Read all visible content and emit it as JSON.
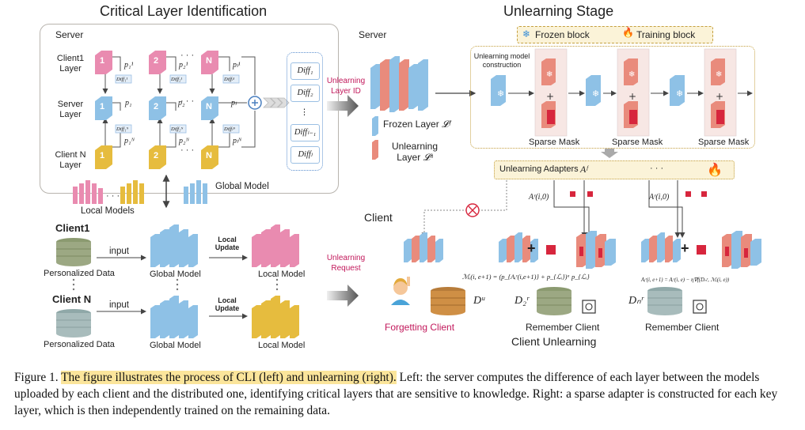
{
  "left_title": "Critical Layer Identification",
  "right_title": "Unlearning Stage",
  "server_left": {
    "label": "Server",
    "row_labels": [
      "Client1 Layer",
      "Server Layer",
      "Client N Layer"
    ],
    "block_numbers": [
      "1",
      "2",
      "N"
    ],
    "dots": "· · ·",
    "p_labels_top": [
      "p₁¹",
      "p₂¹",
      "pₗ¹"
    ],
    "p_labels_mid": [
      "p₁",
      "p₂",
      "pₗ"
    ],
    "p_labels_bot": [
      "p₁ᴺ",
      "p₂ᴺ",
      "pₗᴺ"
    ],
    "diff_top": [
      "Diff₁¹",
      "Diff₂¹",
      "Diffₗ¹"
    ],
    "diff_bot": [
      "Diff₁ᴺ",
      "Diff₂ᴺ",
      "Diffₗᴺ"
    ],
    "diff_list": [
      "Diff₁",
      "Diff₂",
      "⋮",
      "Diffₗ₋₁",
      "Diffₗ"
    ],
    "local_models": "Local Models",
    "global_model": "Global Model",
    "dots2": "· · ·"
  },
  "client_left": {
    "client1": "Client1",
    "clientN": "Client N",
    "input": "input",
    "personalized_data": "Personalized Data",
    "global_model": "Global Model",
    "local_update": "Local Update",
    "local_model": "Local Model"
  },
  "mid_arrows": {
    "top": "Unlearning Layer ID",
    "bottom": "Unlearning Request"
  },
  "server_right": {
    "label": "Server",
    "legend_frozen": "Frozen block",
    "legend_training": "Training block",
    "frozen_layer": "Frozen Layer",
    "frozen_sym": "𝓛ᶠ",
    "unlearning_layer": "Unlearning Layer",
    "unlearning_sym": "𝓛ᵘ",
    "model_construction": "Unlearning model construction",
    "sparse_mask": "Sparse Mask",
    "adapters": "Unlearning Adapters",
    "adapters_sym": "Aᶠ",
    "plus": "+"
  },
  "client_right": {
    "label": "Client",
    "forgetting": "Forgetting Client",
    "remember": "Remember Client",
    "client_unlearning": "Client Unlearning",
    "Du": "Dᵘ",
    "D2": "D₂ʳ",
    "DN": "Dₙʳ",
    "ar1": "Aʳ(i,0)",
    "ar2": "Aʳ(i,0)",
    "mask_formula": "ℳᵢ(i, e+1) = (p_{Aᵢʳ(i,e+1)} + p_{ℒᵢ})ᵅ p_{ℒᵢ}",
    "update_formula": "Aᵢʳ(i, e+1) = Aᵢʳ(i, e) − η∇f(Dₙʳ, ℳᵢ(i, e))"
  },
  "caption": {
    "prefix": "Figure 1.",
    "highlight": "The figure illustrates the process of CLI (left) and unlearning (right).",
    "rest": "Left: the server computes the difference of each layer between the models uploaded by each client and the distributed one, identifying critical layers that are sensitive to knowledge. Right: a sparse adapter is constructed for each key layer, which is then independently trained on the remaining data."
  },
  "colors": {
    "pink": "#e98bb0",
    "blue": "#8ec1e6",
    "gold": "#e6bc3e",
    "red": "#d7263d",
    "panel_bg": "#f3ede3",
    "client_bg": "#ececee"
  }
}
